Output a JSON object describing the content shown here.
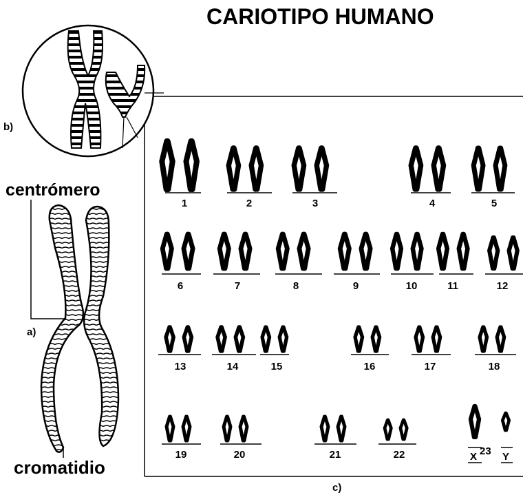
{
  "title": "CARIOTIPO HUMANO",
  "labels": {
    "b": "b)",
    "centromero": "centrómero",
    "a": "a)",
    "cromatidio": "cromatidio",
    "c": "c)"
  },
  "karyotype": {
    "pairs": [
      "1",
      "2",
      "3",
      "4",
      "5",
      "6",
      "7",
      "8",
      "9",
      "10",
      "11",
      "12",
      "13",
      "14",
      "15",
      "16",
      "17",
      "18",
      "19",
      "20",
      "21",
      "22"
    ],
    "sex_x": "X",
    "sex_sup": "23",
    "sex_y": "Y"
  }
}
